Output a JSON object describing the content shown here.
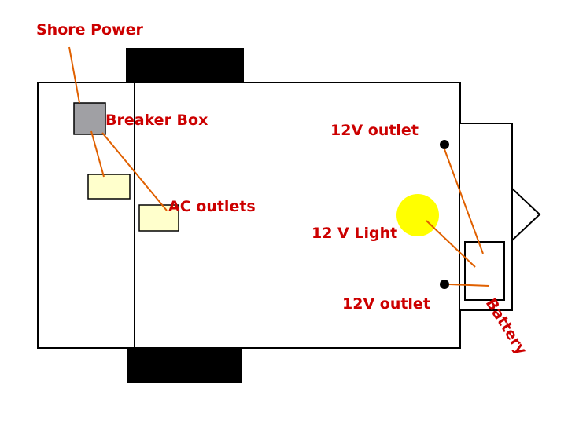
{
  "labels": {
    "shore_power": "Shore Power",
    "breaker_box": "Breaker Box",
    "ac_outlets": "AC outlets",
    "outlet_12v_top": "12V outlet",
    "light_12v": "12 V Light",
    "outlet_12v_bottom": "12V outlet",
    "battery": "Battery"
  },
  "colors": {
    "label_text": "#cc0000",
    "wire": "#e06000",
    "outline": "#000000",
    "wheel": "#000000",
    "breaker_fill": "#a0a0a4",
    "ac_outlet_fill": "#ffffcc",
    "light_fill": "#ffff00",
    "battery_fill": "#ffffff"
  }
}
